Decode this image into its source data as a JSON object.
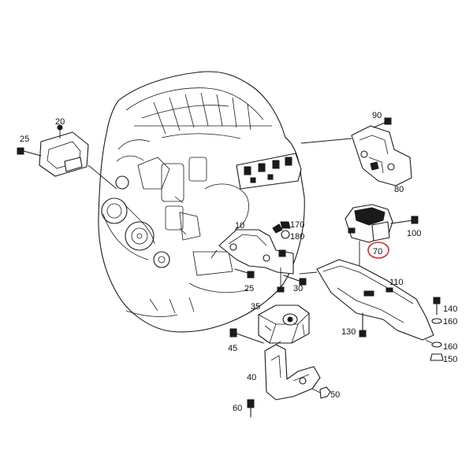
{
  "labels": {
    "p10": "10",
    "p20": "20",
    "p25a": "25",
    "p25b": "25",
    "p30": "30",
    "p35": "35",
    "p40": "40",
    "p45": "45",
    "p50": "50",
    "p60": "60",
    "p70": "70",
    "p80": "80",
    "p90": "90",
    "p100": "100",
    "p110": "110",
    "p130": "130",
    "p140": "140",
    "p150": "150",
    "p160a": "160",
    "p160b": "160",
    "p170": "170",
    "p180": "180"
  },
  "highlight": {
    "part": "70",
    "color": "#d42a2a"
  }
}
